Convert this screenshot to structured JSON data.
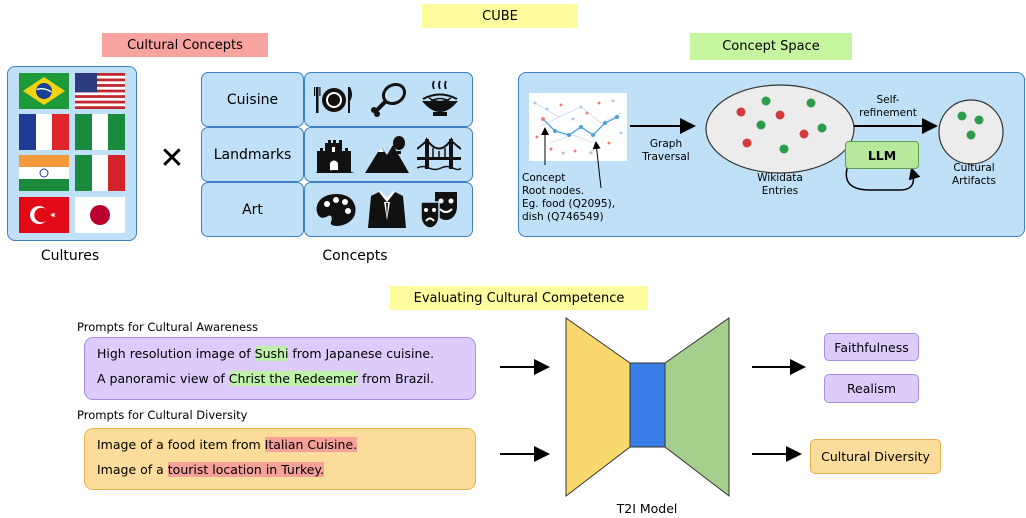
{
  "title": "CUBE",
  "cultural_concepts_label": "Cultural Concepts",
  "concept_space_label": "Concept Space",
  "cultures_label": "Cultures",
  "concepts_label": "Concepts",
  "cross_symbol": "✕",
  "concept_rows": [
    {
      "label": "Cuisine",
      "icons": [
        "plate-cutlery-icon",
        "drumstick-icon",
        "noodle-bowl-icon"
      ]
    },
    {
      "label": "Landmarks",
      "icons": [
        "castle-icon",
        "mountain-balloon-icon",
        "bridge-icon"
      ]
    },
    {
      "label": "Art",
      "icons": [
        "palette-icon",
        "suit-icon",
        "theater-masks-icon"
      ]
    }
  ],
  "flags": [
    "brazil",
    "usa",
    "france",
    "nigeria",
    "india",
    "italy",
    "turkey",
    "japan"
  ],
  "concept_space": {
    "root_nodes_text": [
      "Concept",
      "Root nodes.",
      "Eg. food (Q2095),",
      "dish (Q746549)"
    ],
    "graph_traversal": [
      "Graph",
      "Traversal"
    ],
    "wikidata_entries": [
      "Wikidata",
      "Entries"
    ],
    "self_refinement": [
      "Self-",
      "refinement"
    ],
    "llm": "LLM",
    "cultural_artifacts": [
      "Cultural",
      "Artifacts"
    ]
  },
  "evaluating_label": "Evaluating Cultural Competence",
  "awareness": {
    "heading": "Prompts for Cultural Awareness",
    "line1": {
      "pre": "High resolution image of ",
      "hl": "Sushi",
      "post": " from Japanese cuisine."
    },
    "line2": {
      "pre": "A panoramic view of ",
      "hl": "Christ the Redeemer",
      "post": " from Brazil."
    }
  },
  "diversity": {
    "heading": "Prompts for Cultural Diversity",
    "line1": {
      "pre": "Image of a food item from ",
      "hl": "Italian Cuisine."
    },
    "line2": {
      "pre": "Image of a ",
      "hl": "tourist location in Turkey."
    }
  },
  "model_label": "T2I Model",
  "outputs": {
    "faithfulness": "Faithfulness",
    "realism": "Realism",
    "diversity": "Cultural Diversity"
  },
  "colors": {
    "panel_bg": "#bfe0f7",
    "panel_border": "#3f7fc4",
    "title_yellow": "#fffc9e",
    "concepts_pink": "#f7a3a0",
    "space_green": "#c6f5a0",
    "awareness_purple": "#dccbfb",
    "diversity_orange": "#fbdc9a",
    "model_yellow": "#f9d86e",
    "model_blue": "#3a7fe8",
    "model_green": "#a6cf8e"
  }
}
